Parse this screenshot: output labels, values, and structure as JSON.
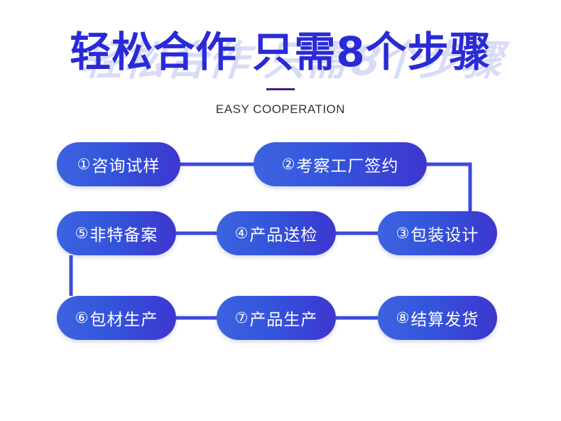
{
  "title": "轻松合作 只需8个步骤",
  "subtitle": "EASY COOPERATION",
  "colors": {
    "title": "#2a2ad6",
    "title_shadow": "#d9dcf7",
    "accent_rule": "#4b1f78",
    "step_gradient_start": "#3c63e0",
    "step_gradient_end": "#3d36cf",
    "connector": "#3b4bdc",
    "step_text": "#ffffff"
  },
  "steps": [
    {
      "num": "①",
      "label": "咨询试样"
    },
    {
      "num": "②",
      "label": "考察工厂签约"
    },
    {
      "num": "③",
      "label": "包装设计"
    },
    {
      "num": "④",
      "label": "产品送检"
    },
    {
      "num": "⑤",
      "label": "非特备案"
    },
    {
      "num": "⑥",
      "label": "包材生产"
    },
    {
      "num": "⑦",
      "label": "产品生产"
    },
    {
      "num": "⑧",
      "label": "结算发货"
    }
  ]
}
